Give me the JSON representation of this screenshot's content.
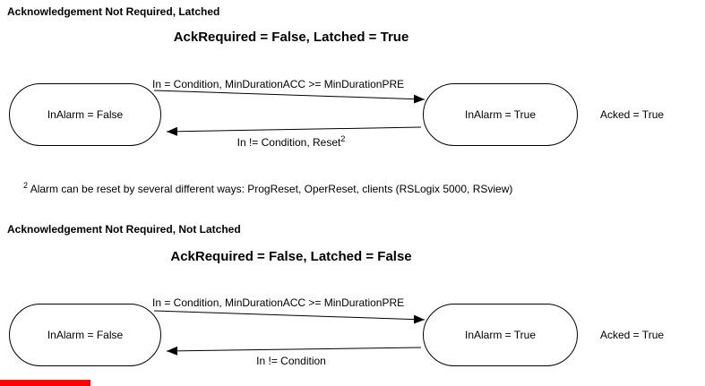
{
  "sections": [
    {
      "heading": "Acknowledgement Not Required, Latched",
      "title": "AckRequired = False, Latched = True",
      "states": {
        "left": "InAlarm = False",
        "right": "InAlarm = True"
      },
      "transitions": {
        "forward": "In = Condition, MinDurationACC >= MinDurationPRE",
        "back": "In != Condition, Reset",
        "back_superscript": "2"
      },
      "side_label": "Acked = True"
    },
    {
      "heading": "Acknowledgement Not Required, Not Latched",
      "title": "AckRequired = False, Latched = False",
      "states": {
        "left": "InAlarm = False",
        "right": "InAlarm = True"
      },
      "transitions": {
        "forward": "In = Condition, MinDurationACC >= MinDurationPRE",
        "back": "In != Condition"
      },
      "side_label": "Acked = True"
    }
  ],
  "footnote": {
    "superscript": "2",
    "text": " Alarm can be reset by several different ways: ProgReset, OperReset, clients (RSLogix 5000, RSview)"
  },
  "colors": {
    "red_bar": "#ff0000",
    "line": "#000000"
  }
}
